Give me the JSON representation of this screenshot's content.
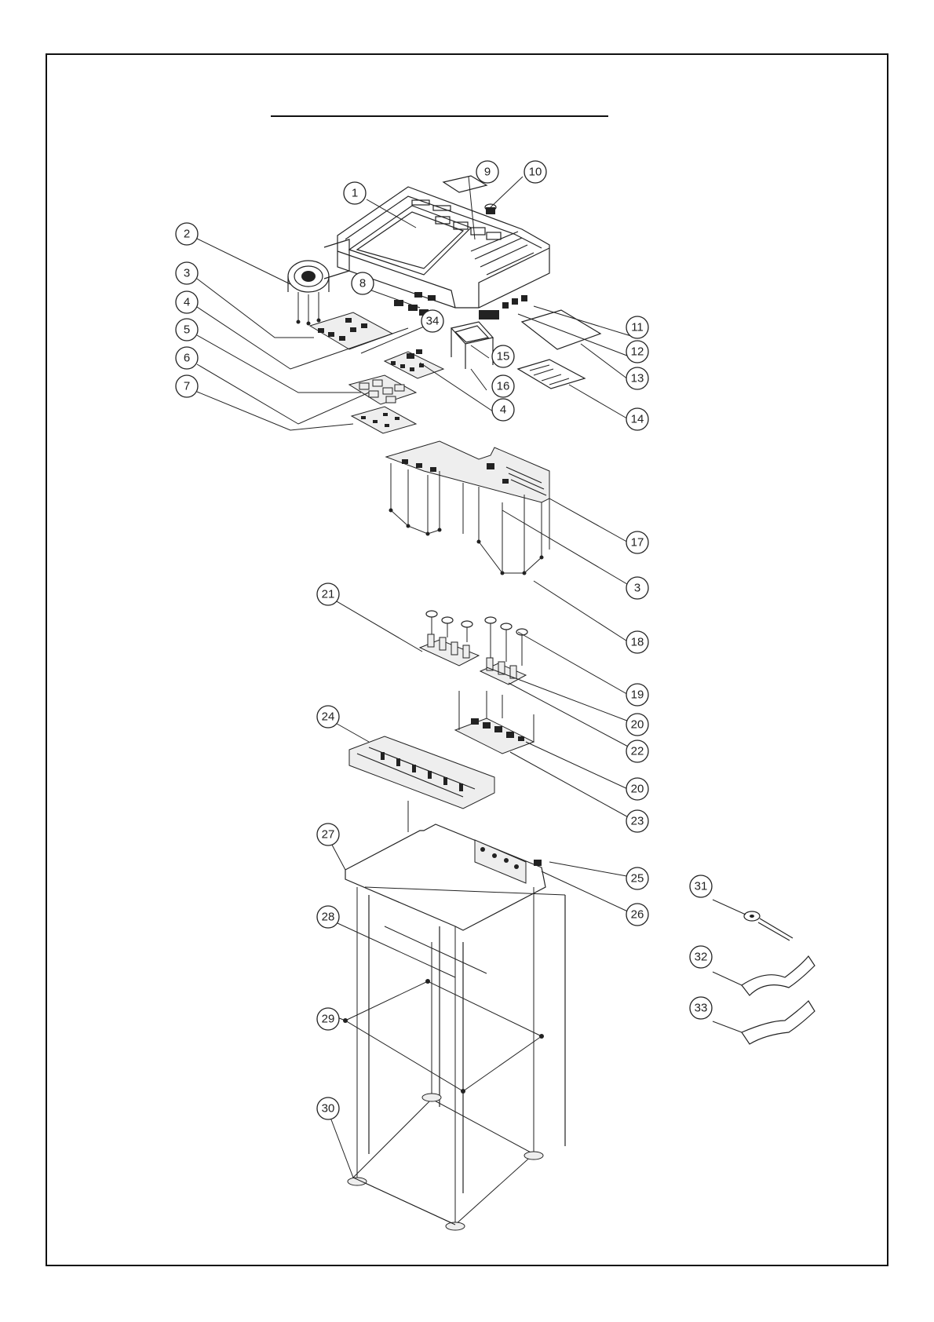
{
  "diagram": {
    "callouts": [
      {
        "id": "c1",
        "label": "1"
      },
      {
        "id": "c2",
        "label": "2"
      },
      {
        "id": "c3a",
        "label": "3"
      },
      {
        "id": "c4a",
        "label": "4"
      },
      {
        "id": "c5",
        "label": "5"
      },
      {
        "id": "c6",
        "label": "6"
      },
      {
        "id": "c7",
        "label": "7"
      },
      {
        "id": "c8",
        "label": "8"
      },
      {
        "id": "c9",
        "label": "9"
      },
      {
        "id": "c10",
        "label": "10"
      },
      {
        "id": "c11",
        "label": "11"
      },
      {
        "id": "c12",
        "label": "12"
      },
      {
        "id": "c13",
        "label": "13"
      },
      {
        "id": "c14",
        "label": "14"
      },
      {
        "id": "c15",
        "label": "15"
      },
      {
        "id": "c16",
        "label": "16"
      },
      {
        "id": "c4b",
        "label": "4"
      },
      {
        "id": "c34",
        "label": "34"
      },
      {
        "id": "c17",
        "label": "17"
      },
      {
        "id": "c3b",
        "label": "3"
      },
      {
        "id": "c18",
        "label": "18"
      },
      {
        "id": "c21",
        "label": "21"
      },
      {
        "id": "c19",
        "label": "19"
      },
      {
        "id": "c20a",
        "label": "20"
      },
      {
        "id": "c22",
        "label": "22"
      },
      {
        "id": "c24",
        "label": "24"
      },
      {
        "id": "c20b",
        "label": "20"
      },
      {
        "id": "c23",
        "label": "23"
      },
      {
        "id": "c27",
        "label": "27"
      },
      {
        "id": "c25",
        "label": "25"
      },
      {
        "id": "c26",
        "label": "26"
      },
      {
        "id": "c28",
        "label": "28"
      },
      {
        "id": "c29",
        "label": "29"
      },
      {
        "id": "c30",
        "label": "30"
      },
      {
        "id": "c31",
        "label": "31"
      },
      {
        "id": "c32",
        "label": "32"
      },
      {
        "id": "c33",
        "label": "33"
      }
    ]
  }
}
